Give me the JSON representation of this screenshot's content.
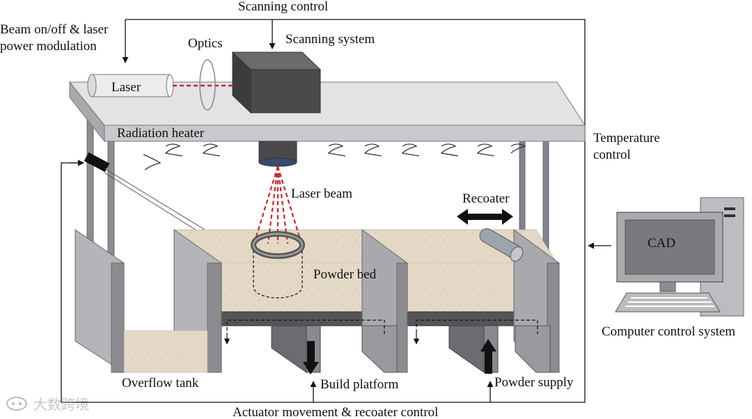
{
  "labels": {
    "scanning_control": "Scanning control",
    "beam_modulation_line1": "Beam on/off & laser",
    "beam_modulation_line2": "power modulation",
    "optics": "Optics",
    "scanning_system": "Scanning system",
    "laser": "Laser",
    "radiation_heater": "Radiation heater",
    "temperature_control_line1": "Temperature",
    "temperature_control_line2": "control",
    "laser_beam": "Laser beam",
    "recoater": "Recoater",
    "cad": "CAD",
    "powder_bed": "Powder bed",
    "computer_control_system": "Computer control system",
    "overflow_tank": "Overflow tank",
    "build_platform": "Build platform",
    "powder_supply": "Powder supply",
    "actuator_control": "Actuator movement & recoater control",
    "watermark": "大数跨境"
  },
  "colors": {
    "laser_beam": "#c62828",
    "powder": "#e4d9c6",
    "frame_top": "#dcdcdf",
    "scanner_box": "#4a4a4c",
    "wall": "#8c8c90",
    "wall_light": "#b9b9bd",
    "platform": "#555559"
  }
}
